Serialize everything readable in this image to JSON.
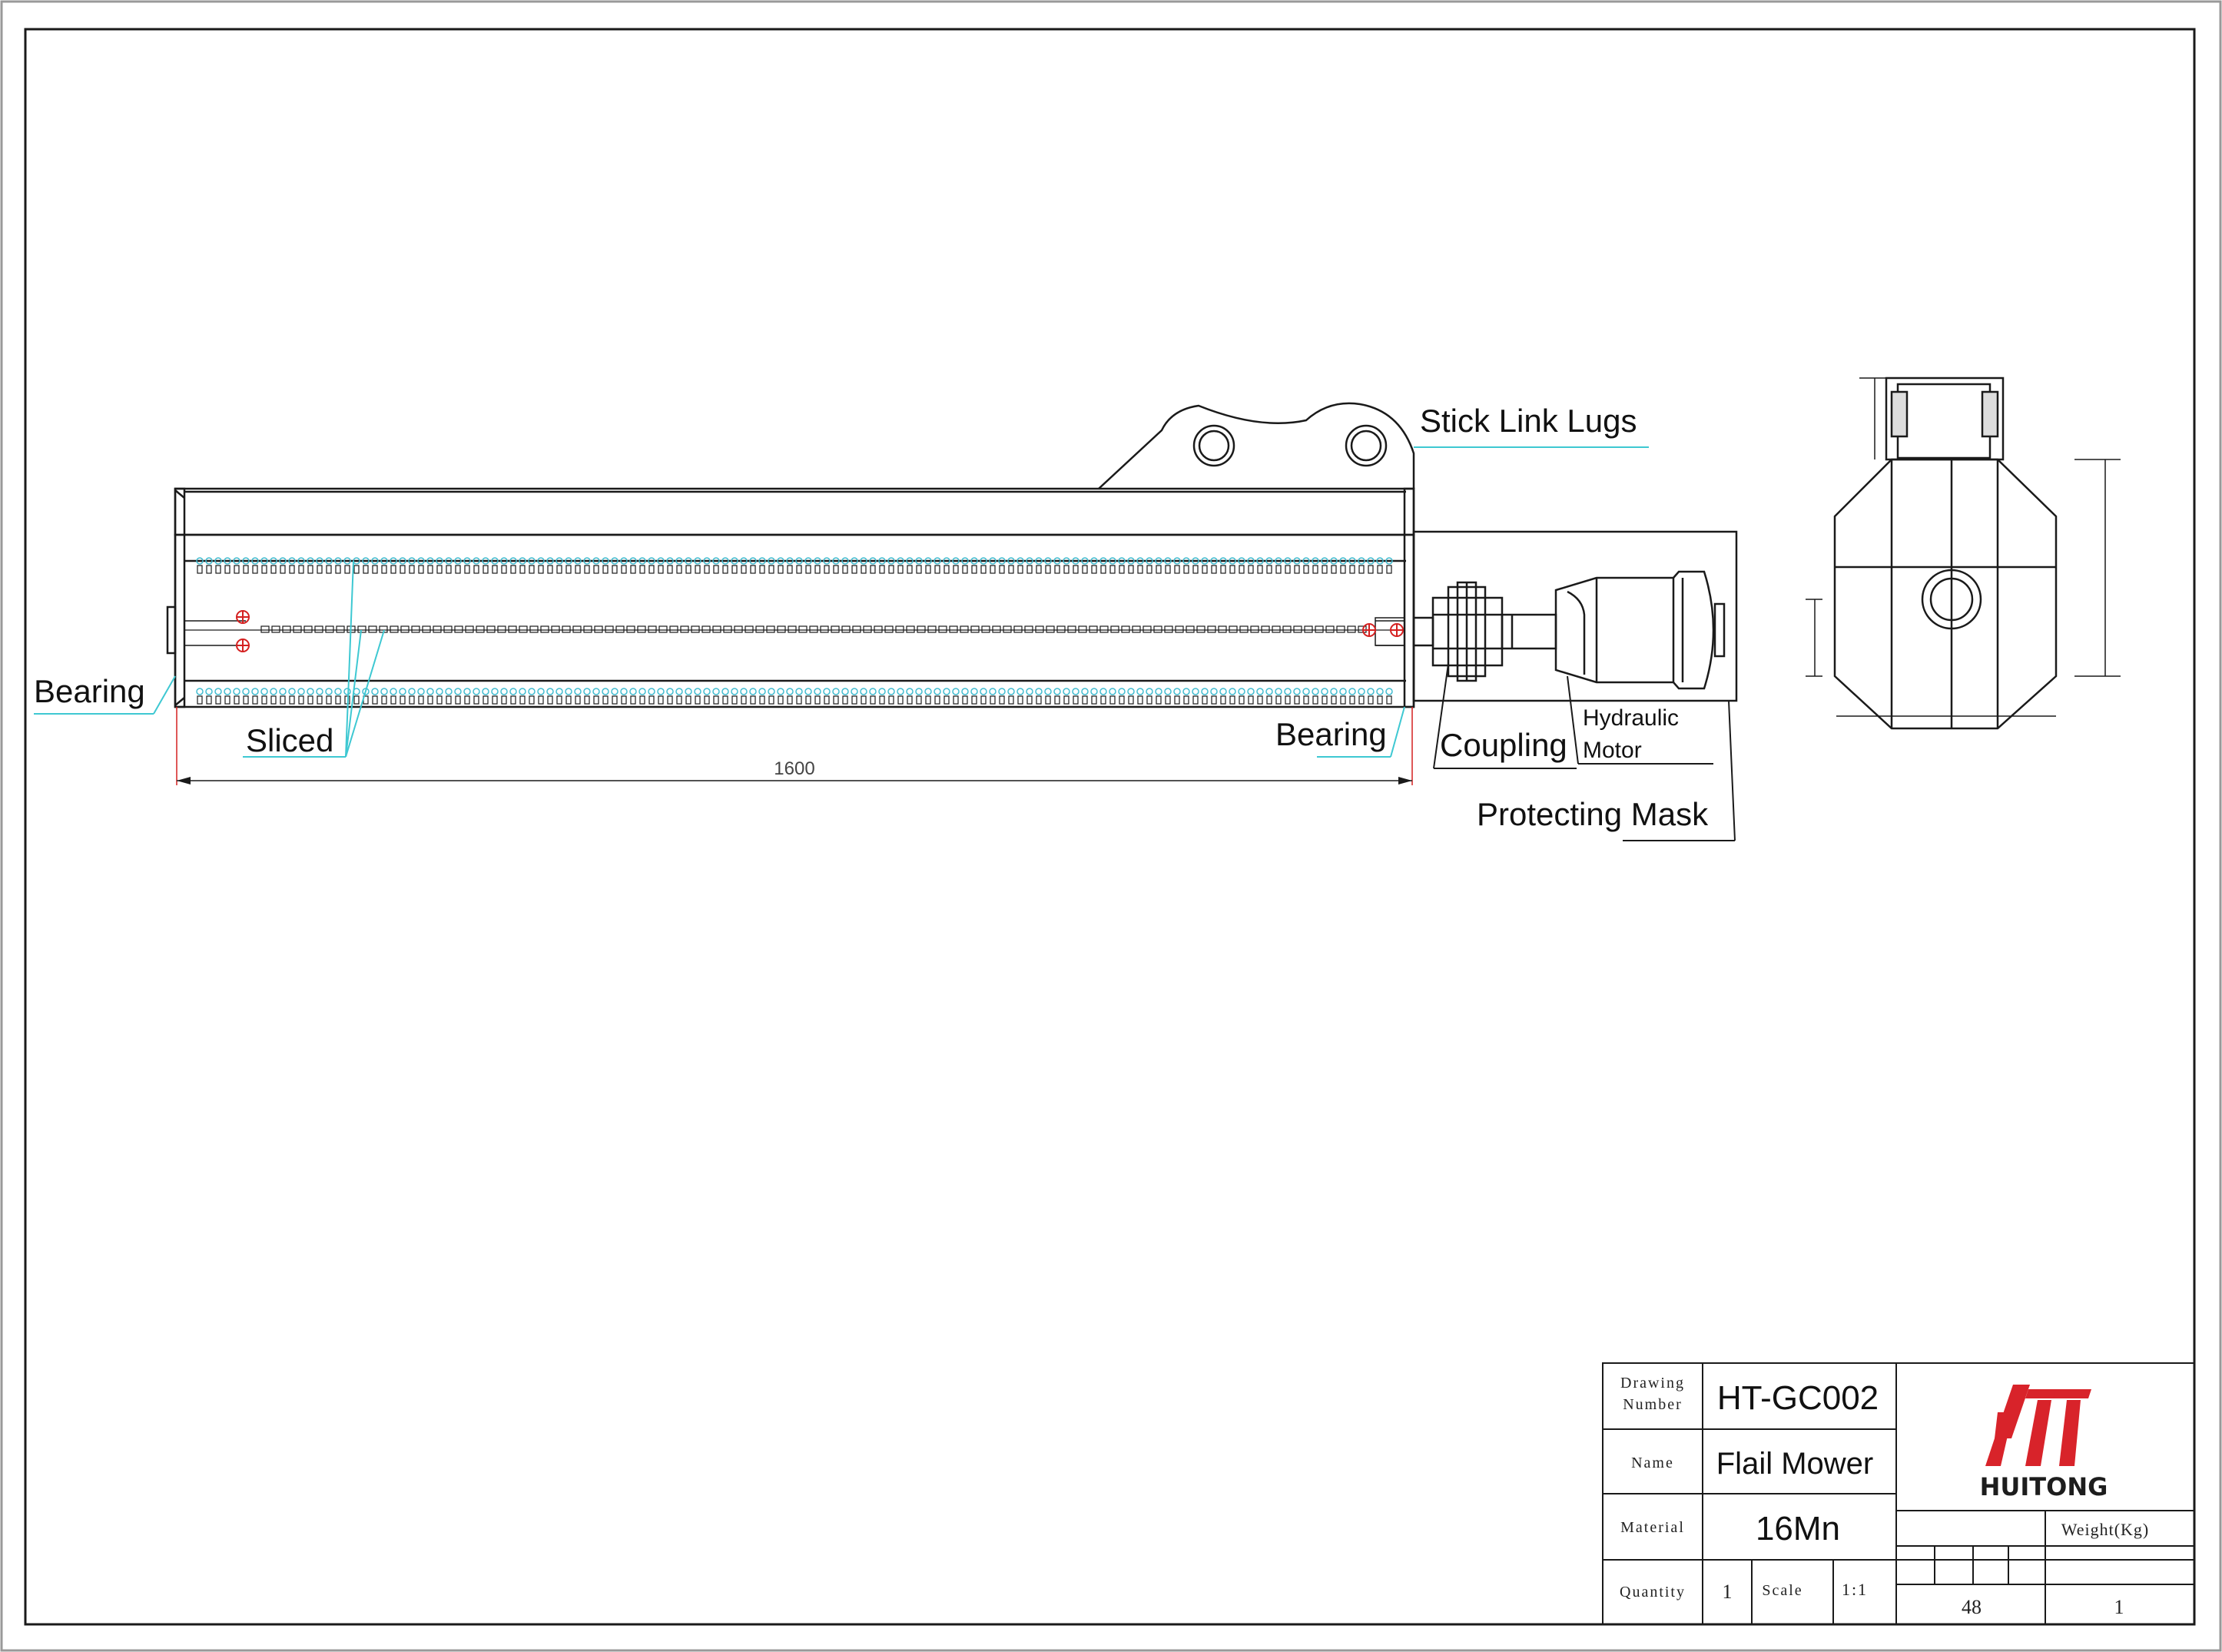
{
  "colors": {
    "line": "#1a1a1a",
    "leader": "#3ec8d2",
    "blade": "#42bcd0",
    "marker": "#d42020",
    "logo": "#d8232a",
    "logo_text": "#1d1d1d"
  },
  "drawing": {
    "labels": {
      "stick_link_lugs": "Stick Link Lugs",
      "bearing_left": "Bearing",
      "sliced": "Sliced",
      "bearing_right": "Bearing",
      "coupling": "Coupling",
      "hydraulic": "Hydraulic",
      "motor": "Motor",
      "protecting_mask": "Protecting Mask"
    },
    "dimension_length": "1600"
  },
  "title_block": {
    "drawing_number_label_1": "Drawing",
    "drawing_number_label_2": "Number",
    "drawing_number": "HT-GC002",
    "name_label": "Name",
    "name": "Flail Mower",
    "material_label": "Material",
    "material": "16Mn",
    "quantity_label": "Quantity",
    "quantity": "1",
    "scale_label": "Scale",
    "scale": "1:1",
    "weight_label": "Weight(Kg)",
    "weight_cell_1": "48",
    "weight_cell_2": "1",
    "logo_name": "HUITONG",
    "logo_icon": "huitong-logo-icon"
  }
}
